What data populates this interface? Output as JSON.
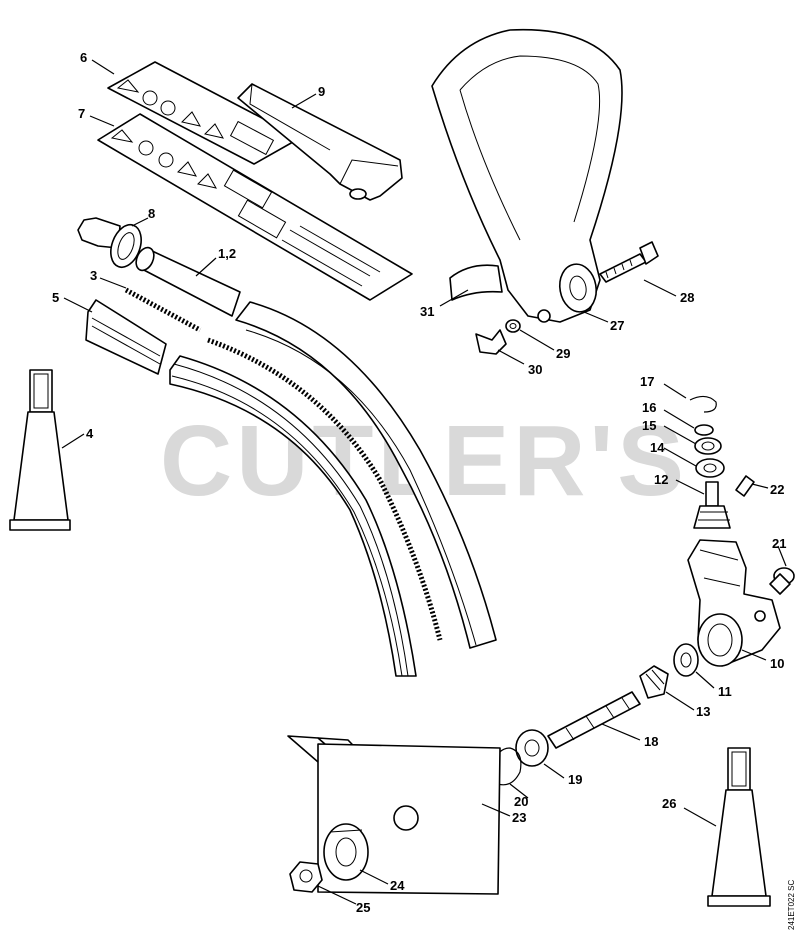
{
  "watermark": "CUTLER'S",
  "drawing_code": "241ET022 SC",
  "callouts": [
    {
      "id": "c6",
      "text": "6"
    },
    {
      "id": "c9",
      "text": "9"
    },
    {
      "id": "c7",
      "text": "7"
    },
    {
      "id": "c8",
      "text": "8"
    },
    {
      "id": "c12a",
      "text": "1,2"
    },
    {
      "id": "c3",
      "text": "3"
    },
    {
      "id": "c5",
      "text": "5"
    },
    {
      "id": "c4",
      "text": "4"
    },
    {
      "id": "c31",
      "text": "31"
    },
    {
      "id": "c28",
      "text": "28"
    },
    {
      "id": "c27",
      "text": "27"
    },
    {
      "id": "c29",
      "text": "29"
    },
    {
      "id": "c30",
      "text": "30"
    },
    {
      "id": "c17",
      "text": "17"
    },
    {
      "id": "c16",
      "text": "16"
    },
    {
      "id": "c15",
      "text": "15"
    },
    {
      "id": "c14",
      "text": "14"
    },
    {
      "id": "c12",
      "text": "12"
    },
    {
      "id": "c22",
      "text": "22"
    },
    {
      "id": "c21",
      "text": "21"
    },
    {
      "id": "c10",
      "text": "10"
    },
    {
      "id": "c11",
      "text": "11"
    },
    {
      "id": "c13",
      "text": "13"
    },
    {
      "id": "c18",
      "text": "18"
    },
    {
      "id": "c19",
      "text": "19"
    },
    {
      "id": "c20",
      "text": "20"
    },
    {
      "id": "c23",
      "text": "23"
    },
    {
      "id": "c26",
      "text": "26"
    },
    {
      "id": "c24",
      "text": "24"
    },
    {
      "id": "c25",
      "text": "25"
    }
  ]
}
